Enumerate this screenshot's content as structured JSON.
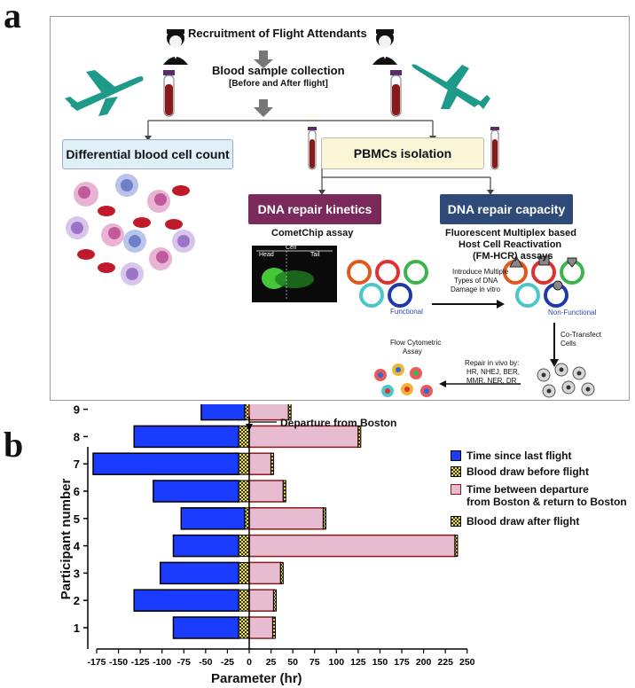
{
  "panel_a": {
    "letter": "a",
    "recruitment": "Recruitment of Flight Attendants",
    "blood_collection": "Blood sample collection",
    "blood_collection_sub": "[Before and After flight]",
    "diff_count": "Differential blood cell count",
    "pbmc": "PBMCs isolation",
    "dna_kinetics": "DNA repair kinetics",
    "dna_capacity": "DNA repair capacity",
    "comet": "CometChip assay",
    "comet_cell": "Cell",
    "comet_head": "Head",
    "comet_tail": "Tail",
    "fmhcr_line1": "Fluorescent Multiplex based",
    "fmhcr_line2": "Host Cell Reactivation",
    "fmhcr_line3": "(FM-HCR) assays",
    "introduce_line1": "Introduce Multiple",
    "introduce_line2": "Types of DNA",
    "introduce_line3": "Damage  in vitro",
    "functional": "Functional",
    "non_functional": "Non-Functional",
    "cotransfect_line1": "Co-Transfect",
    "cotransfect_line2": "Cells",
    "flow_line1": "Flow Cytometric",
    "flow_line2": "Assay",
    "repair_line1": "Repair in vivo by:",
    "repair_line2": "HR, NHEJ, BER,",
    "repair_line3": "MMR, NER, DR",
    "colors": {
      "diff_box": "#dff0f8",
      "pbmc_box": "#fbf6d8",
      "kinetics_box": "#7a2a5a",
      "capacity_box": "#2d4a78",
      "plane": "#1e9a8a"
    }
  },
  "panel_b": {
    "letter": "b",
    "annotation": "Departure from Boston",
    "legend": [
      {
        "label": "Time since last flight",
        "color": "#1a3cff"
      },
      {
        "label": "Blood draw before flight",
        "color": "checker"
      },
      {
        "label": "Time between departure",
        "label2": "from Boston & return to Boston",
        "color": "#e8bcd0"
      },
      {
        "label": "Blood draw after flight",
        "color": "checker"
      }
    ]
  },
  "chart_data": {
    "type": "bar",
    "orientation": "horizontal",
    "xlabel": "Parameter (hr)",
    "ylabel": "Participant number",
    "xlim": [
      -175,
      250
    ],
    "xticks": [
      -175,
      -150,
      -125,
      -100,
      -75,
      -50,
      -25,
      0,
      25,
      50,
      75,
      100,
      125,
      150,
      175,
      200,
      225,
      250
    ],
    "categories": [
      "1",
      "2",
      "3",
      "4",
      "5",
      "6",
      "7",
      "8",
      "9"
    ],
    "series": [
      {
        "name": "Time since last flight",
        "values": [
          -87,
          -132,
          -102,
          -87,
          -78,
          -110,
          -179,
          -132,
          -55
        ]
      },
      {
        "name": "Blood draw before flight",
        "values": [
          -12,
          -12,
          -12,
          -12,
          -5,
          -12,
          -12,
          -12,
          -5
        ]
      },
      {
        "name": "Time between departure from Boston & return to Boston",
        "values": [
          27,
          28,
          36,
          236,
          85,
          39,
          25,
          125,
          45
        ]
      },
      {
        "name": "Blood draw after flight",
        "values": [
          3,
          3,
          3,
          3,
          3,
          3,
          3,
          3,
          3
        ]
      }
    ]
  }
}
